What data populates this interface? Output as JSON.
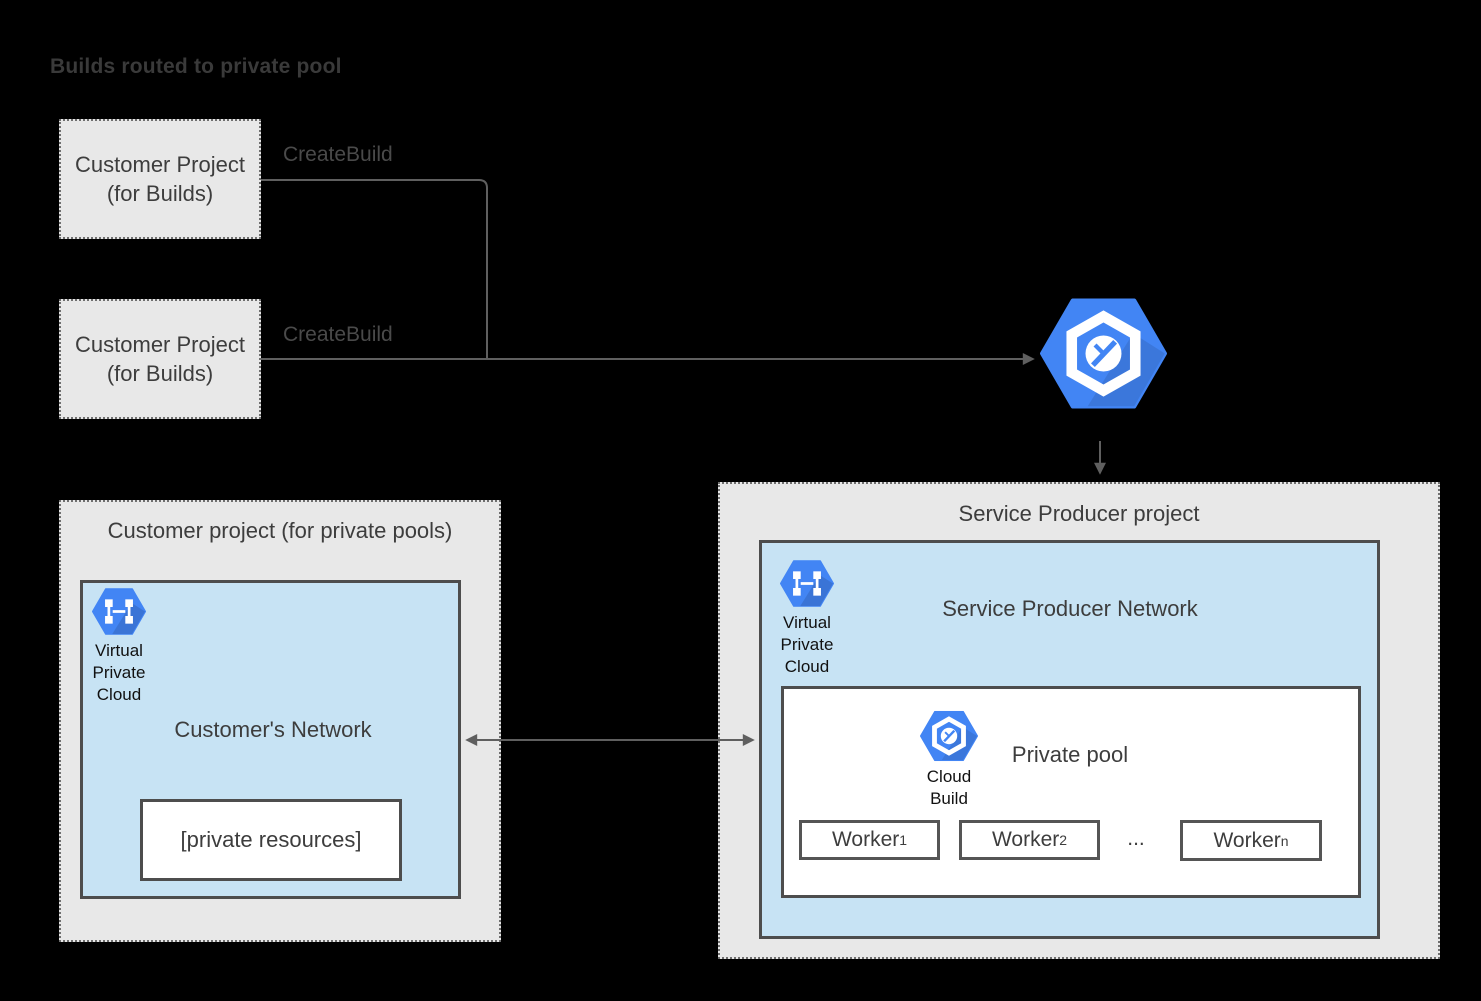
{
  "title": "Builds routed to private pool",
  "colors": {
    "accent": "#4285f4",
    "box_gray": "#e8e8e8",
    "network_blue": "#c7e3f4",
    "border_dark": "#4d4d4d",
    "line_gray": "#5f5f5f",
    "text_dark": "#3c3c3c",
    "label_gray": "#4a4a4a"
  },
  "build_projects": [
    {
      "line1": "Customer Project",
      "line2": "(for Builds)",
      "label": "CreateBuild"
    },
    {
      "line1": "Customer Project",
      "line2": "(for Builds)",
      "label": "CreateBuild"
    }
  ],
  "customer_project": {
    "title": "Customer project (for private pools)",
    "network": {
      "title": "Customer's Network",
      "vpc_label": [
        "Virtual",
        "Private",
        "Cloud"
      ],
      "resources": "[private resources]"
    }
  },
  "producer_project": {
    "title": "Service Producer project",
    "network": {
      "title": "Service Producer Network",
      "vpc_label": [
        "Virtual",
        "Private",
        "Cloud"
      ]
    },
    "pool": {
      "title": "Private pool",
      "icon_label": [
        "Cloud",
        "Build"
      ],
      "workers": [
        {
          "base": "Worker",
          "sub": "1"
        },
        {
          "base": "Worker",
          "sub": "2"
        },
        {
          "base": "Worker",
          "sub": "n"
        }
      ],
      "ellipsis": "..."
    }
  }
}
